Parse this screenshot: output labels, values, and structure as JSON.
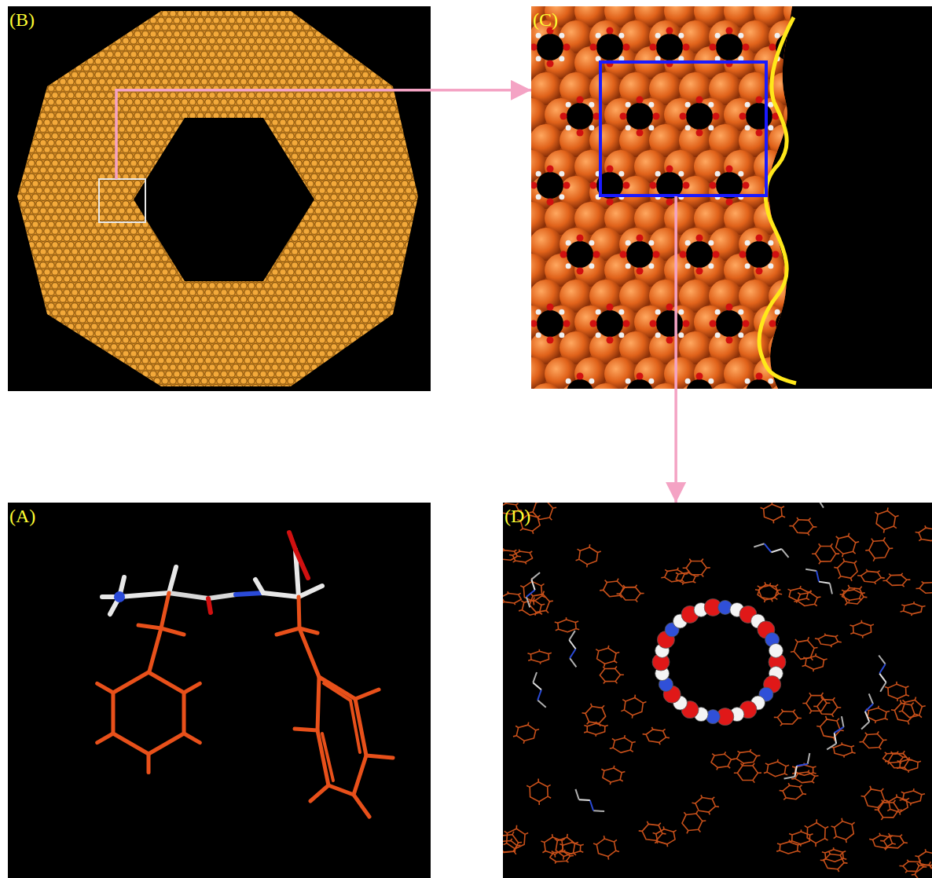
{
  "diagram": {
    "nodes": [
      {
        "text": [
          "(B)"
        ]
      },
      {
        "text": [
          "(C)"
        ]
      },
      {
        "text": [
          "(A)"
        ]
      },
      {
        "text": [
          "(D)"
        ]
      }
    ],
    "edges": [
      {
        "from": 0,
        "to": 1,
        "arrow": "to"
      },
      {
        "from": 1,
        "to": 3,
        "arrow": "to"
      }
    ]
  }
}
